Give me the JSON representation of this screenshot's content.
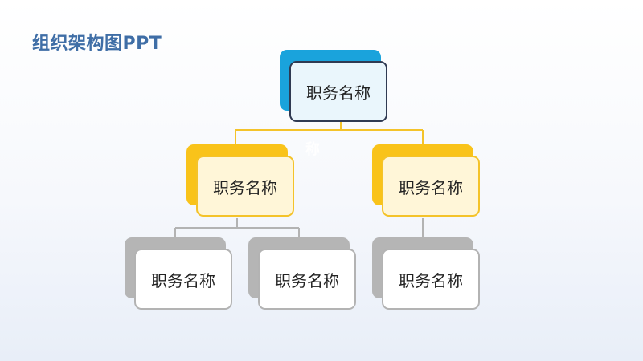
{
  "title": "组织架构图PPT",
  "nodes": {
    "root": "职务名称",
    "level2_left": "职务名称",
    "level2_right": "职务名称",
    "level3_1": "职务名称",
    "level3_2": "职务名称",
    "level3_3": "职务名称"
  },
  "ghost_text": "称",
  "colors": {
    "title": "#3f6ea6",
    "top_accent": "#1aa3dc",
    "mid_accent": "#f9c31a",
    "low_accent": "#b5b5b5",
    "connector_top": "#f4c32a",
    "connector_low": "#b3b3b3"
  }
}
